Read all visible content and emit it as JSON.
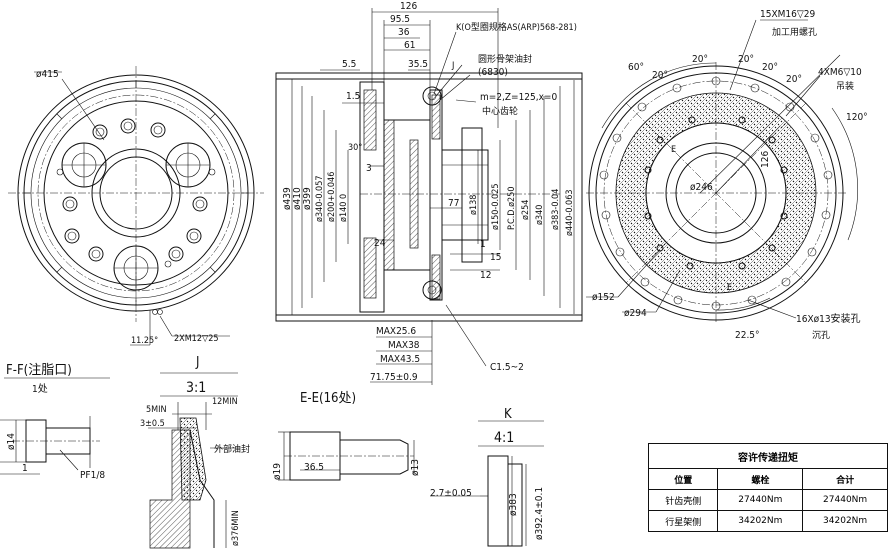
{
  "left_view": {
    "dia_outer": "ø415",
    "angle": "11.25°",
    "tapped": "2XM12▽25"
  },
  "section_view": {
    "top_dims": [
      "126",
      "95.5",
      "36",
      "61",
      "5.5",
      "35.5",
      "1.5"
    ],
    "angle": "30°",
    "note_o_ring": "K(O型圈规格AS(ARP)568-281)",
    "note_seal": "圆形骨架油封",
    "note_bearing": "(6830)",
    "label_j": "J",
    "gear_params": "m=2,Z=125,x=0",
    "center_hole": "中心齿轮",
    "vertical_dims": [
      "ø439",
      "ø410",
      "ø399",
      "ø340-0.057",
      "ø200+0.046",
      "ø140 0",
      "ø138",
      "ø150-0.025",
      "P.C.D.ø250",
      "ø254",
      "ø340",
      "ø383-0.04",
      "ø440-0.063"
    ],
    "inner_dims": [
      "77",
      "24",
      "15",
      "12",
      "3",
      "1"
    ],
    "max_dims": [
      "MAX25.6",
      "MAX38",
      "MAX43.5",
      "71.75±0.9"
    ],
    "chamfer": "C1.5~2"
  },
  "right_view": {
    "holes_top": "15XM16▽29",
    "note_process": "加工用螺孔",
    "holes_side": "4XM6▽10",
    "note_side": "吊装",
    "angles": [
      "60°",
      "20°",
      "20°",
      "20°",
      "20°",
      "20°",
      "120°",
      "22.5°"
    ],
    "dia_246": "ø246",
    "dia_126": "126",
    "dia_152": "ø152",
    "dia_294": "ø294",
    "holes_bottom": "16Xø13安装孔",
    "note_bottom": "沉孔",
    "label_e": "E"
  },
  "detail_f": {
    "title": "F-F(注脂口)",
    "sub": "1处",
    "dia": "ø14",
    "len": "1",
    "thread": "PF1/8"
  },
  "detail_j": {
    "title": "J",
    "scale": "3:1",
    "dims": [
      "5MIN",
      "12MIN",
      "3±0.5"
    ],
    "note": "外部油封",
    "dia": "ø376MIN"
  },
  "detail_e": {
    "title": "E-E(16处)",
    "dims": [
      "ø19",
      "36.5",
      "ø13"
    ]
  },
  "detail_k": {
    "title": "K",
    "scale": "4:1",
    "dims": [
      "2.7±0.05",
      "ø383",
      "ø392.4±0.1"
    ]
  },
  "torque_table": {
    "title": "容许传递扭矩",
    "headers": [
      "位置",
      "螺栓",
      "合计"
    ],
    "rows": [
      {
        "pos": "针齿壳侧",
        "bolt": "27440Nm",
        "total": "27440Nm"
      },
      {
        "pos": "行星架侧",
        "bolt": "34202Nm",
        "total": "34202Nm"
      }
    ]
  }
}
